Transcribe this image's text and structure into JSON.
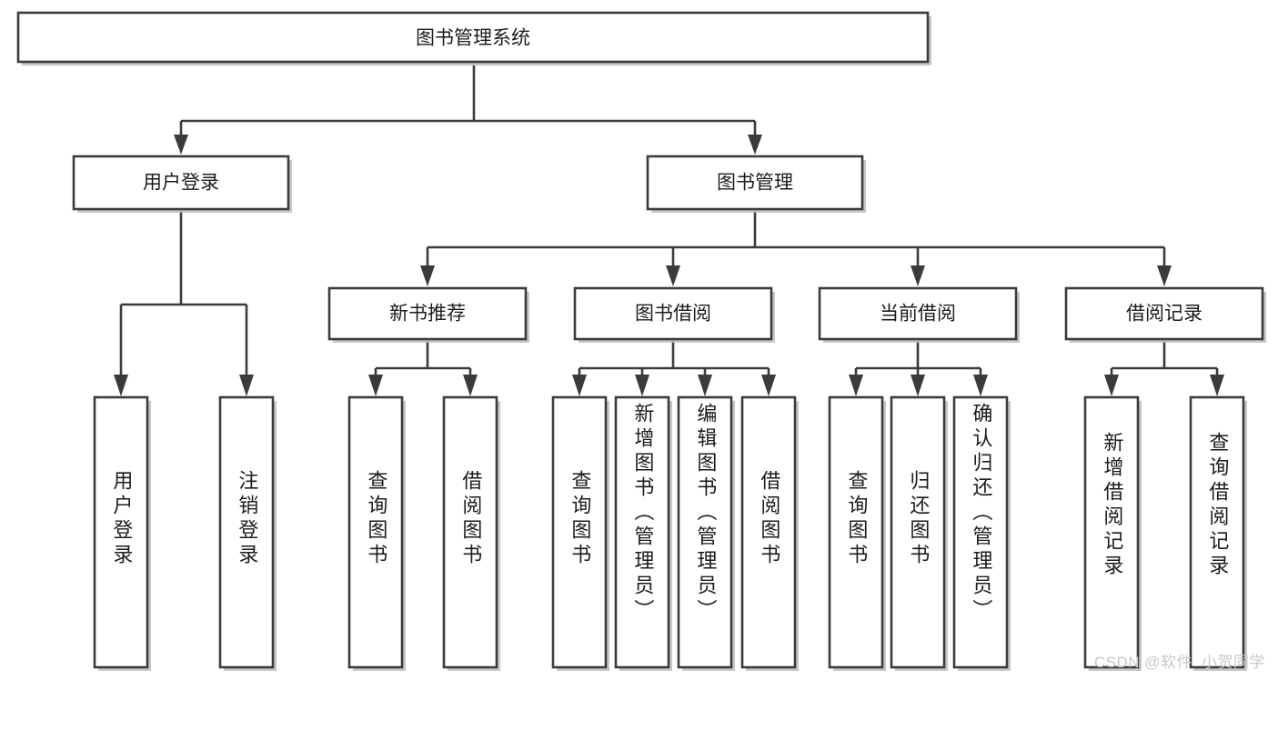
{
  "diagram": {
    "type": "tree-hierarchy-flowchart",
    "orientation": "top-down",
    "root": {
      "label": "图书管理系统"
    },
    "level1": [
      {
        "id": "user-login",
        "label": "用户登录"
      },
      {
        "id": "book-management",
        "label": "图书管理"
      }
    ],
    "level2": [
      {
        "id": "new-book-recommend",
        "label": "新书推荐",
        "parent": "book-management"
      },
      {
        "id": "book-borrow",
        "label": "图书借阅",
        "parent": "book-management"
      },
      {
        "id": "current-borrow",
        "label": "当前借阅",
        "parent": "book-management"
      },
      {
        "id": "borrow-record",
        "label": "借阅记录",
        "parent": "book-management"
      }
    ],
    "leaves": {
      "user-login": [
        {
          "id": "leaf-user-login",
          "label": "用户登录"
        },
        {
          "id": "leaf-user-logout",
          "label": "注销登录"
        }
      ],
      "new-book-recommend": [
        {
          "id": "leaf-query-book-1",
          "label": "查询图书"
        },
        {
          "id": "leaf-borrow-book-1",
          "label": "借阅图书"
        }
      ],
      "book-borrow": [
        {
          "id": "leaf-query-book-2",
          "label": "查询图书"
        },
        {
          "id": "leaf-add-book",
          "label": "新增图书（管理员）"
        },
        {
          "id": "leaf-edit-book",
          "label": "编辑图书（管理员）"
        },
        {
          "id": "leaf-borrow-book-2",
          "label": "借阅图书"
        }
      ],
      "current-borrow": [
        {
          "id": "leaf-query-book-3",
          "label": "查询图书"
        },
        {
          "id": "leaf-return-book",
          "label": "归还图书"
        },
        {
          "id": "leaf-confirm-return",
          "label": "确认归还（管理员）"
        }
      ],
      "borrow-record": [
        {
          "id": "leaf-add-record",
          "label": "新增借阅记录"
        },
        {
          "id": "leaf-query-record",
          "label": "查询借阅记录"
        }
      ]
    },
    "colors": {
      "box_stroke": "#3b3b3b",
      "box_fill": "#ffffff",
      "connector": "#3b3b3b",
      "text": "#1c1c1c",
      "background": "#ffffff",
      "watermark": "#c8c8c8"
    }
  },
  "watermark": {
    "text": "CSDN @软件_小贺同学"
  }
}
